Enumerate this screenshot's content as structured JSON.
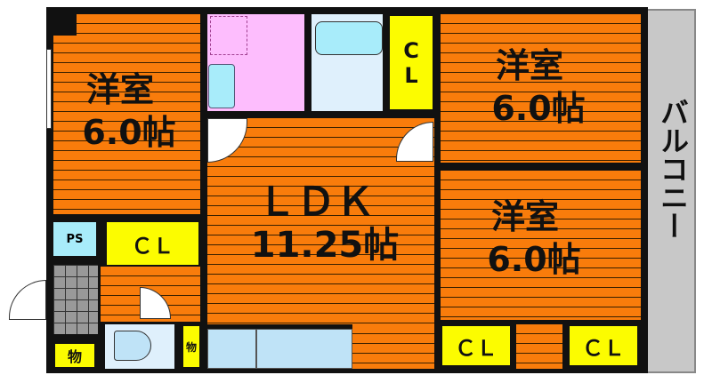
{
  "rooms": {
    "western_room_1": {
      "name": "洋室",
      "size": "6.0帖"
    },
    "western_room_2": {
      "name": "洋室",
      "size": "6.0帖"
    },
    "western_room_3": {
      "name": "洋室",
      "size": "6.0帖"
    },
    "ldk": {
      "name": "ＬＤＫ",
      "size": "11.25帖"
    },
    "balcony": "バルコニー",
    "ps": "PS",
    "closet": "ＣＬ",
    "closet_vertical": [
      "C",
      "L"
    ],
    "storage": "物"
  },
  "colors": {
    "floor": "#f97c0b",
    "closet": "#fcfc00",
    "washroom": "#fdbdfd",
    "water": "#a8ecfa",
    "balcony": "#c8c8c8"
  }
}
